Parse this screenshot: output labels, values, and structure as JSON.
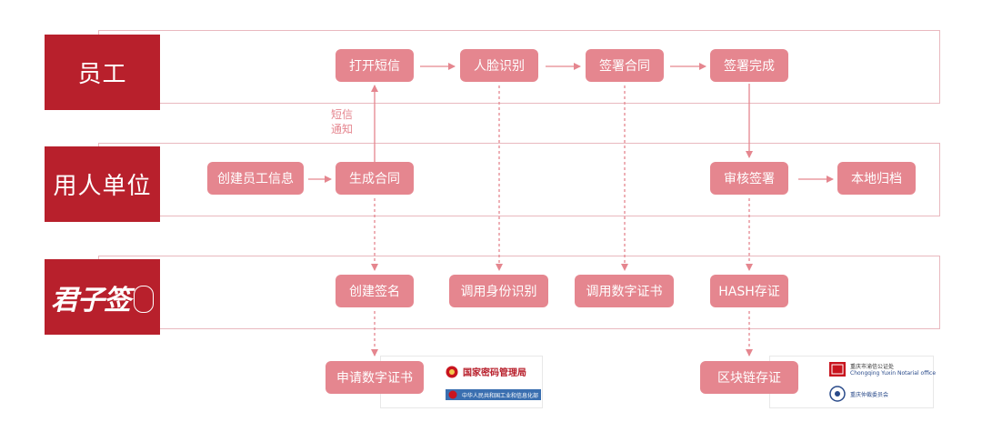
{
  "lanes": {
    "employee": "员工",
    "employer": "用人单位",
    "platform": "君子签"
  },
  "nodes": {
    "open_sms": "打开短信",
    "face_recognition": "人脸识别",
    "sign_contract": "签署合同",
    "sign_complete": "签署完成",
    "create_employee_info": "创建员工信息",
    "generate_contract": "生成合同",
    "review_signing": "审核签署",
    "local_archive": "本地归档",
    "create_signature": "创建签名",
    "call_id_verification": "调用身份识别",
    "call_digital_certificate": "调用数字证书",
    "hash_evidence": "HASH存证",
    "apply_digital_certificate": "申请数字证书",
    "blockchain_evidence": "区块链存证"
  },
  "notes": {
    "sms_notice": "短信\n通知"
  },
  "partners": {
    "crypto_bureau": "国家密码管理局",
    "miit": "中华人民共和国工业和信息化部",
    "notary_office": "重庆市渝信公证处",
    "notary_sub": "Chongqing Yuxin Notarial office",
    "arbitration": "重庆仲裁委员会"
  },
  "colors": {
    "brand_red": "#b8202c",
    "node_pink": "#e5868f",
    "frame_border": "#e9b9bf"
  }
}
